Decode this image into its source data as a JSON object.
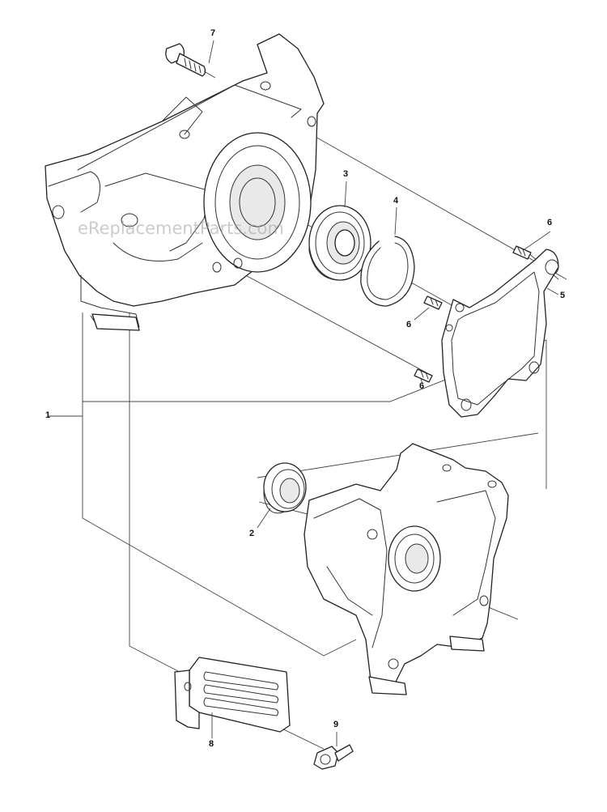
{
  "watermark": "eReplacementParts.com",
  "callouts": [
    {
      "id": "1",
      "label": "1"
    },
    {
      "id": "2",
      "label": "2"
    },
    {
      "id": "3",
      "label": "3"
    },
    {
      "id": "4",
      "label": "4"
    },
    {
      "id": "5",
      "label": "5"
    },
    {
      "id": "6a",
      "label": "6"
    },
    {
      "id": "6b",
      "label": "6"
    },
    {
      "id": "6c",
      "label": "6"
    },
    {
      "id": "7",
      "label": "7"
    },
    {
      "id": "8",
      "label": "8"
    },
    {
      "id": "9",
      "label": "9"
    }
  ]
}
